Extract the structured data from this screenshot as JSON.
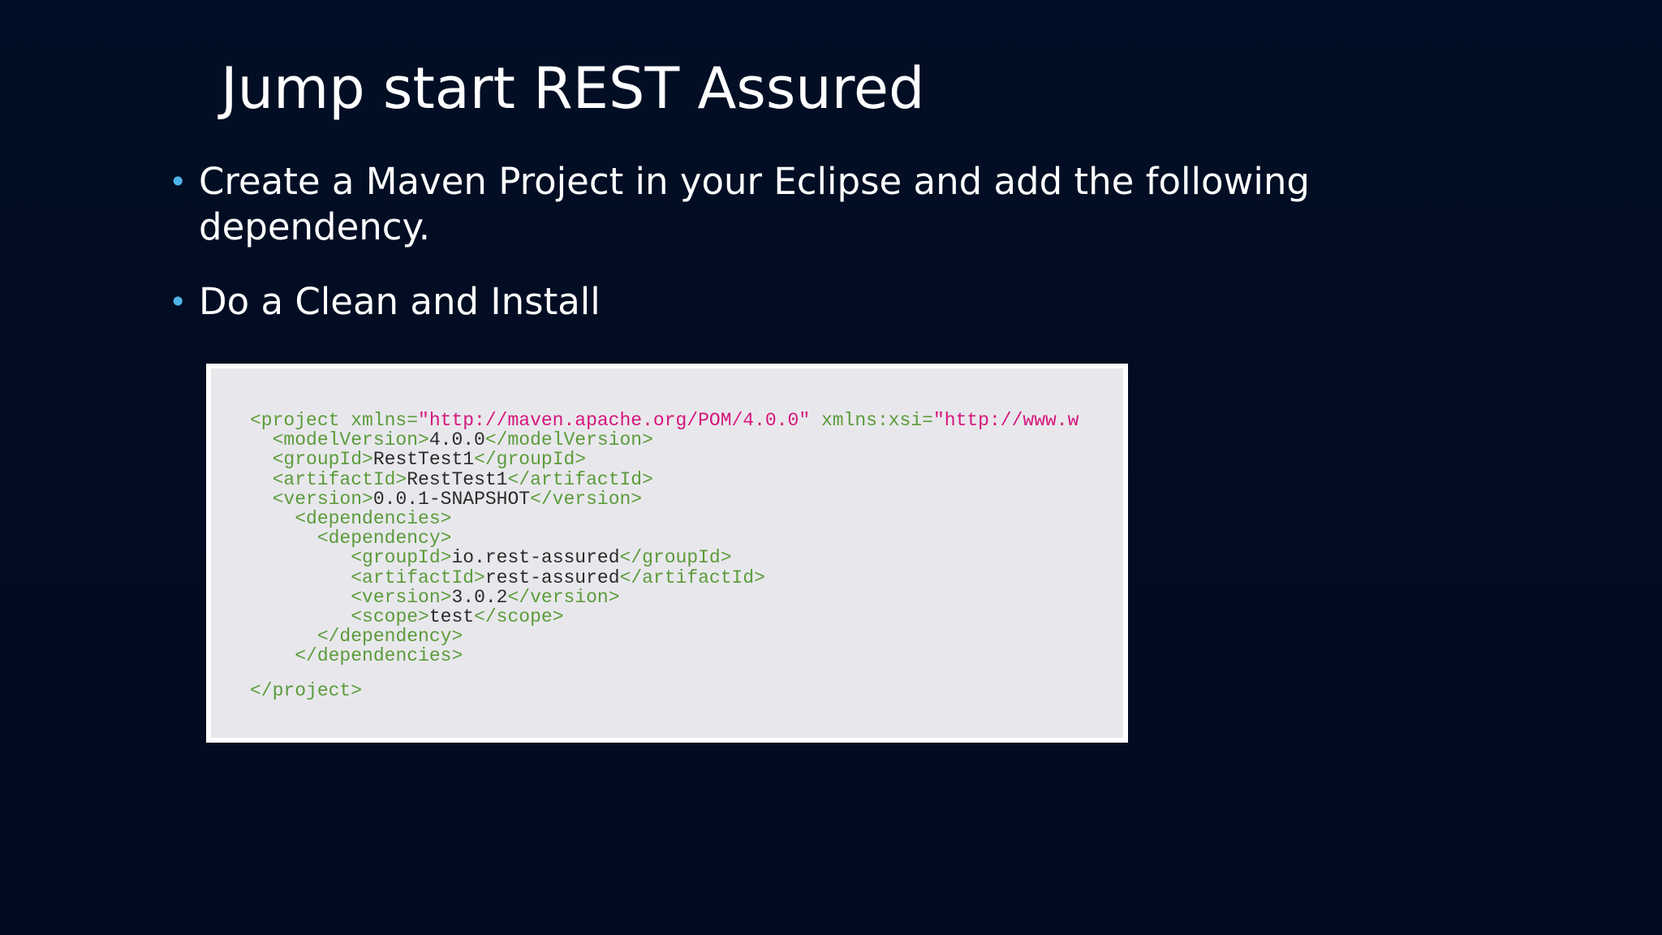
{
  "slide": {
    "title": "Jump start REST Assured",
    "bullets": [
      "Create a Maven Project in your Eclipse and add the following dependency.",
      "Do a Clean and Install"
    ],
    "bullet_glyph": "•"
  },
  "code_snippet": {
    "lines": [
      {
        "indent": "",
        "parts": [
          {
            "t": "tag",
            "v": "<project xmlns="
          },
          {
            "t": "str",
            "v": "\"http://maven.apache.org/POM/4.0.0\""
          },
          {
            "t": "tag",
            "v": " xmlns:xsi="
          },
          {
            "t": "str",
            "v": "\"http://www.w"
          }
        ]
      },
      {
        "indent": "  ",
        "parts": [
          {
            "t": "tag",
            "v": "<modelVersion>"
          },
          {
            "t": "txt",
            "v": "4.0.0"
          },
          {
            "t": "tag",
            "v": "</modelVersion>"
          }
        ]
      },
      {
        "indent": "  ",
        "parts": [
          {
            "t": "tag",
            "v": "<groupId>"
          },
          {
            "t": "txt",
            "v": "RestTest1"
          },
          {
            "t": "tag",
            "v": "</groupId>"
          }
        ]
      },
      {
        "indent": "  ",
        "parts": [
          {
            "t": "tag",
            "v": "<artifactId>"
          },
          {
            "t": "txt",
            "v": "RestTest1"
          },
          {
            "t": "tag",
            "v": "</artifactId>"
          }
        ]
      },
      {
        "indent": "  ",
        "parts": [
          {
            "t": "tag",
            "v": "<version>"
          },
          {
            "t": "txt",
            "v": "0.0.1-SNAPSHOT"
          },
          {
            "t": "tag",
            "v": "</version>"
          }
        ]
      },
      {
        "indent": "    ",
        "parts": [
          {
            "t": "tag",
            "v": "<dependencies>"
          }
        ]
      },
      {
        "indent": "      ",
        "parts": [
          {
            "t": "tag",
            "v": "<dependency>"
          }
        ]
      },
      {
        "indent": "         ",
        "parts": [
          {
            "t": "tag",
            "v": "<groupId>"
          },
          {
            "t": "txt",
            "v": "io.rest-assured"
          },
          {
            "t": "tag",
            "v": "</groupId>"
          }
        ]
      },
      {
        "indent": "         ",
        "parts": [
          {
            "t": "tag",
            "v": "<artifactId>"
          },
          {
            "t": "txt",
            "v": "rest-assured"
          },
          {
            "t": "tag",
            "v": "</artifactId>"
          }
        ]
      },
      {
        "indent": "         ",
        "parts": [
          {
            "t": "tag",
            "v": "<version>"
          },
          {
            "t": "txt",
            "v": "3.0.2"
          },
          {
            "t": "tag",
            "v": "</version>"
          }
        ]
      },
      {
        "indent": "         ",
        "parts": [
          {
            "t": "tag",
            "v": "<scope>"
          },
          {
            "t": "txt",
            "v": "test"
          },
          {
            "t": "tag",
            "v": "</scope>"
          }
        ]
      },
      {
        "indent": "      ",
        "parts": [
          {
            "t": "tag",
            "v": "</dependency>"
          }
        ]
      },
      {
        "indent": "    ",
        "parts": [
          {
            "t": "tag",
            "v": "</dependencies>"
          }
        ]
      },
      {
        "gap": true
      },
      {
        "indent": "",
        "parts": [
          {
            "t": "tag",
            "v": "</project>"
          }
        ]
      }
    ]
  },
  "colors": {
    "background": "#020e25",
    "title_text": "#ffffff",
    "bullet_marker": "#4fb3e8",
    "code_tag": "#5c9b3a",
    "code_string": "#d6157c",
    "code_text": "#2b2b2b",
    "code_background": "#e8e8ec",
    "code_border": "#ffffff"
  }
}
